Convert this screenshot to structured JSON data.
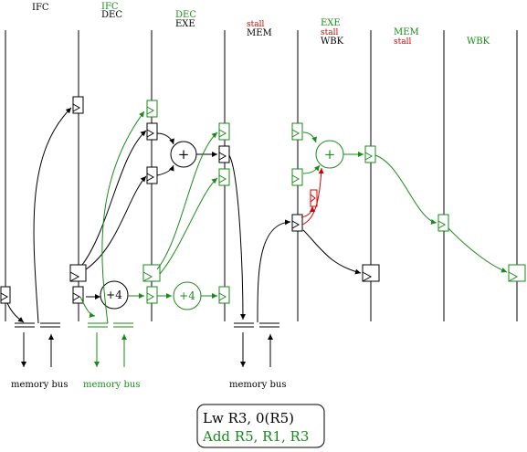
{
  "colors": {
    "black": "#000000",
    "green": "#1a8a1a",
    "red": "#d40000"
  },
  "stage_labels": {
    "col1": {
      "line1": "IFC"
    },
    "col2": {
      "line1": "IFC",
      "line2": "DEC"
    },
    "col3": {
      "line1": "DEC",
      "line2": "EXE"
    },
    "col4": {
      "line1": "stall",
      "line2": "MEM"
    },
    "col5": {
      "line1": "EXE",
      "line2": "stall",
      "line3": "WBK"
    },
    "col6": {
      "line1": "MEM",
      "line2": "stall"
    },
    "col7": {
      "line1": "WBK"
    }
  },
  "adders": {
    "plus": "+",
    "plus4": "+4"
  },
  "bus_labels": {
    "bus1": "memory bus",
    "bus2": "memory bus",
    "bus3": "memory bus"
  },
  "instructions": {
    "line1": "Lw R3, 0(R5)",
    "line2": "Add R5, R1, R3"
  }
}
